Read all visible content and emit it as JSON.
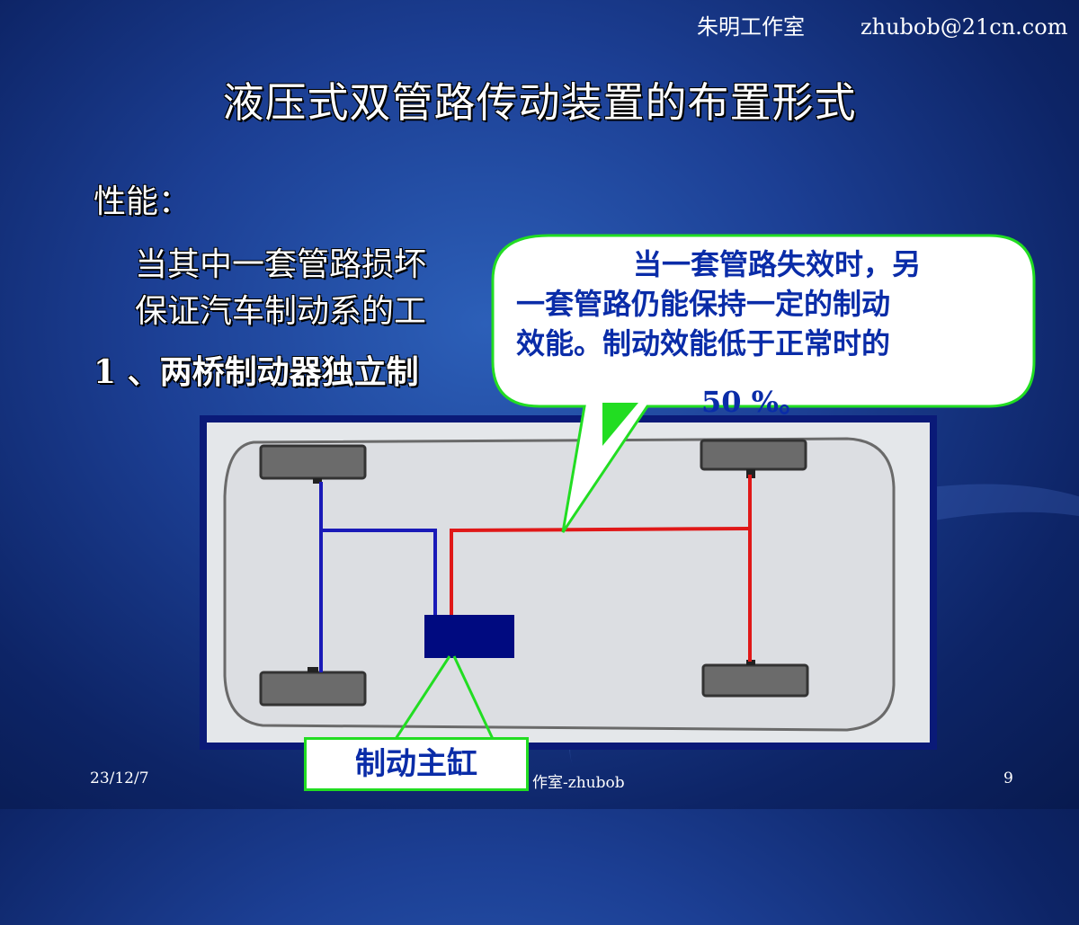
{
  "header": {
    "studio": "朱明工作室",
    "email": "zhubob@21cn.com"
  },
  "title": "液压式双管路传动装置的布置形式",
  "body": {
    "line1": "性能：",
    "line2": "当其中一套管路损坏",
    "line3": "保证汽车制动系的工",
    "line4": "1 、两桥制动器独立制"
  },
  "callout": {
    "line1": "当一套管路失效时，另",
    "line2": "一套管路仍能保持一定的制动",
    "line3": "效能。制动效能低于正常时的",
    "line4": "50 %。"
  },
  "label": "制动主缸",
  "footer": {
    "date": "23/12/7",
    "center": "作室-zhubob",
    "page": "9"
  },
  "colors": {
    "background": "#1c3f94",
    "front_circuit": "#1a1ab8",
    "rear_circuit": "#e01818",
    "master_cylinder": "#000a80",
    "callout_border": "#22dd22",
    "callout_text": "#0a2ca8"
  }
}
